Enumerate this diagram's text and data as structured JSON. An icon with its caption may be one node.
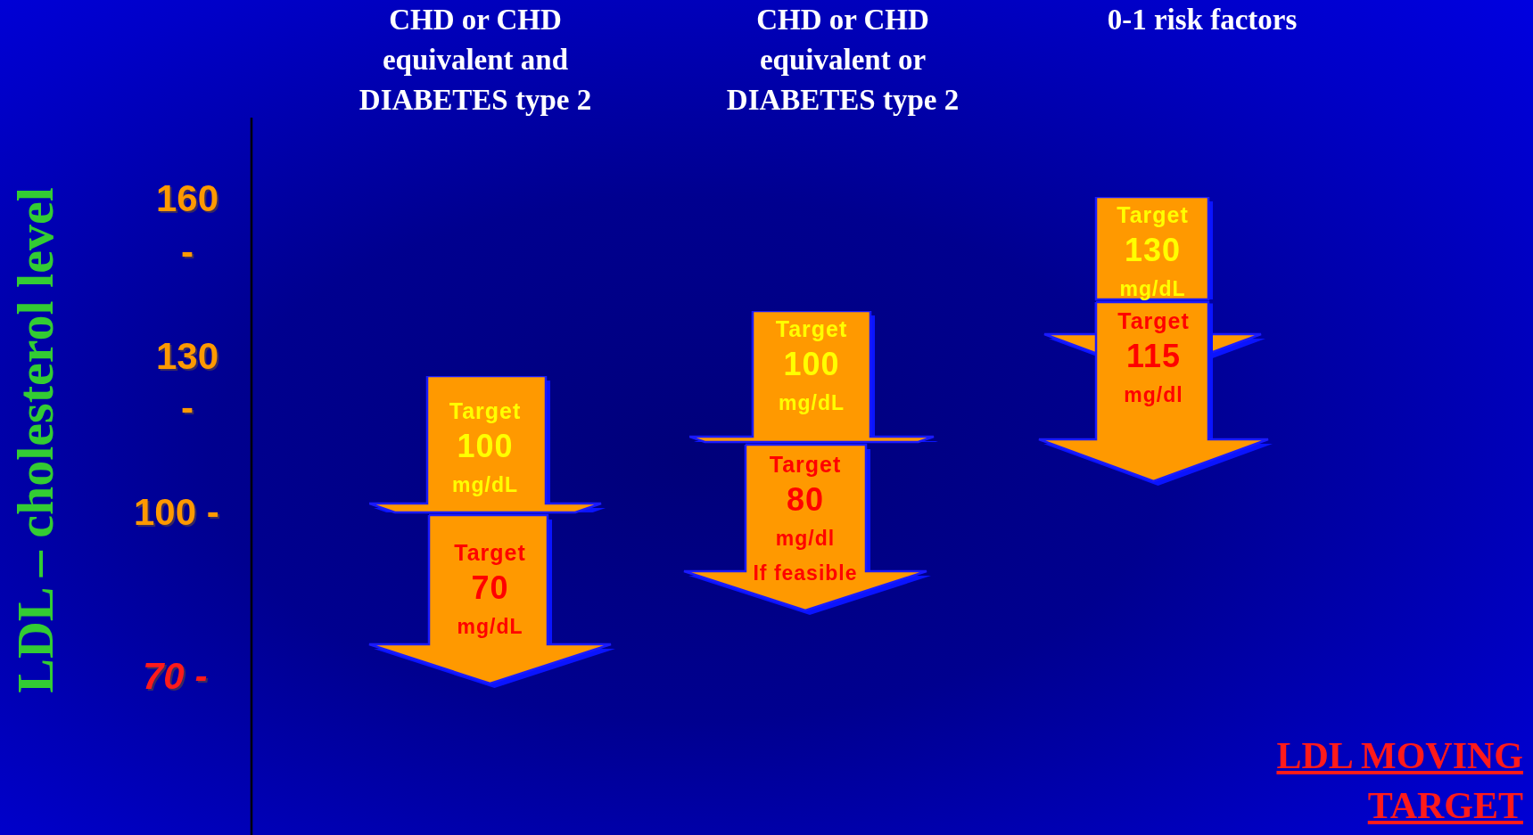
{
  "diagram": {
    "nodes": [
      {
        "text": [
          "Target",
          "100",
          "mg/dL"
        ]
      },
      {
        "text": [
          "Target",
          "70",
          "mg/dL"
        ]
      },
      {
        "text": [
          "Target",
          "100",
          "mg/dL"
        ]
      },
      {
        "text": [
          "Target",
          "80",
          "mg/dl",
          "If feasible"
        ]
      },
      {
        "text": [
          "Target",
          "130",
          "mg/dL"
        ]
      },
      {
        "text": [
          "Target",
          "115",
          "mg/dl"
        ]
      }
    ],
    "labels": [
      "CHD or CHD equivalent and DIABETES type 2",
      "CHD or CHD equivalent or DIABETES type 2",
      "0-1 risk factors",
      "LDL – cholesterol level",
      "160",
      "-",
      "130",
      "-",
      "100 -",
      "70 -",
      "LDL MOVING TARGET"
    ]
  }
}
